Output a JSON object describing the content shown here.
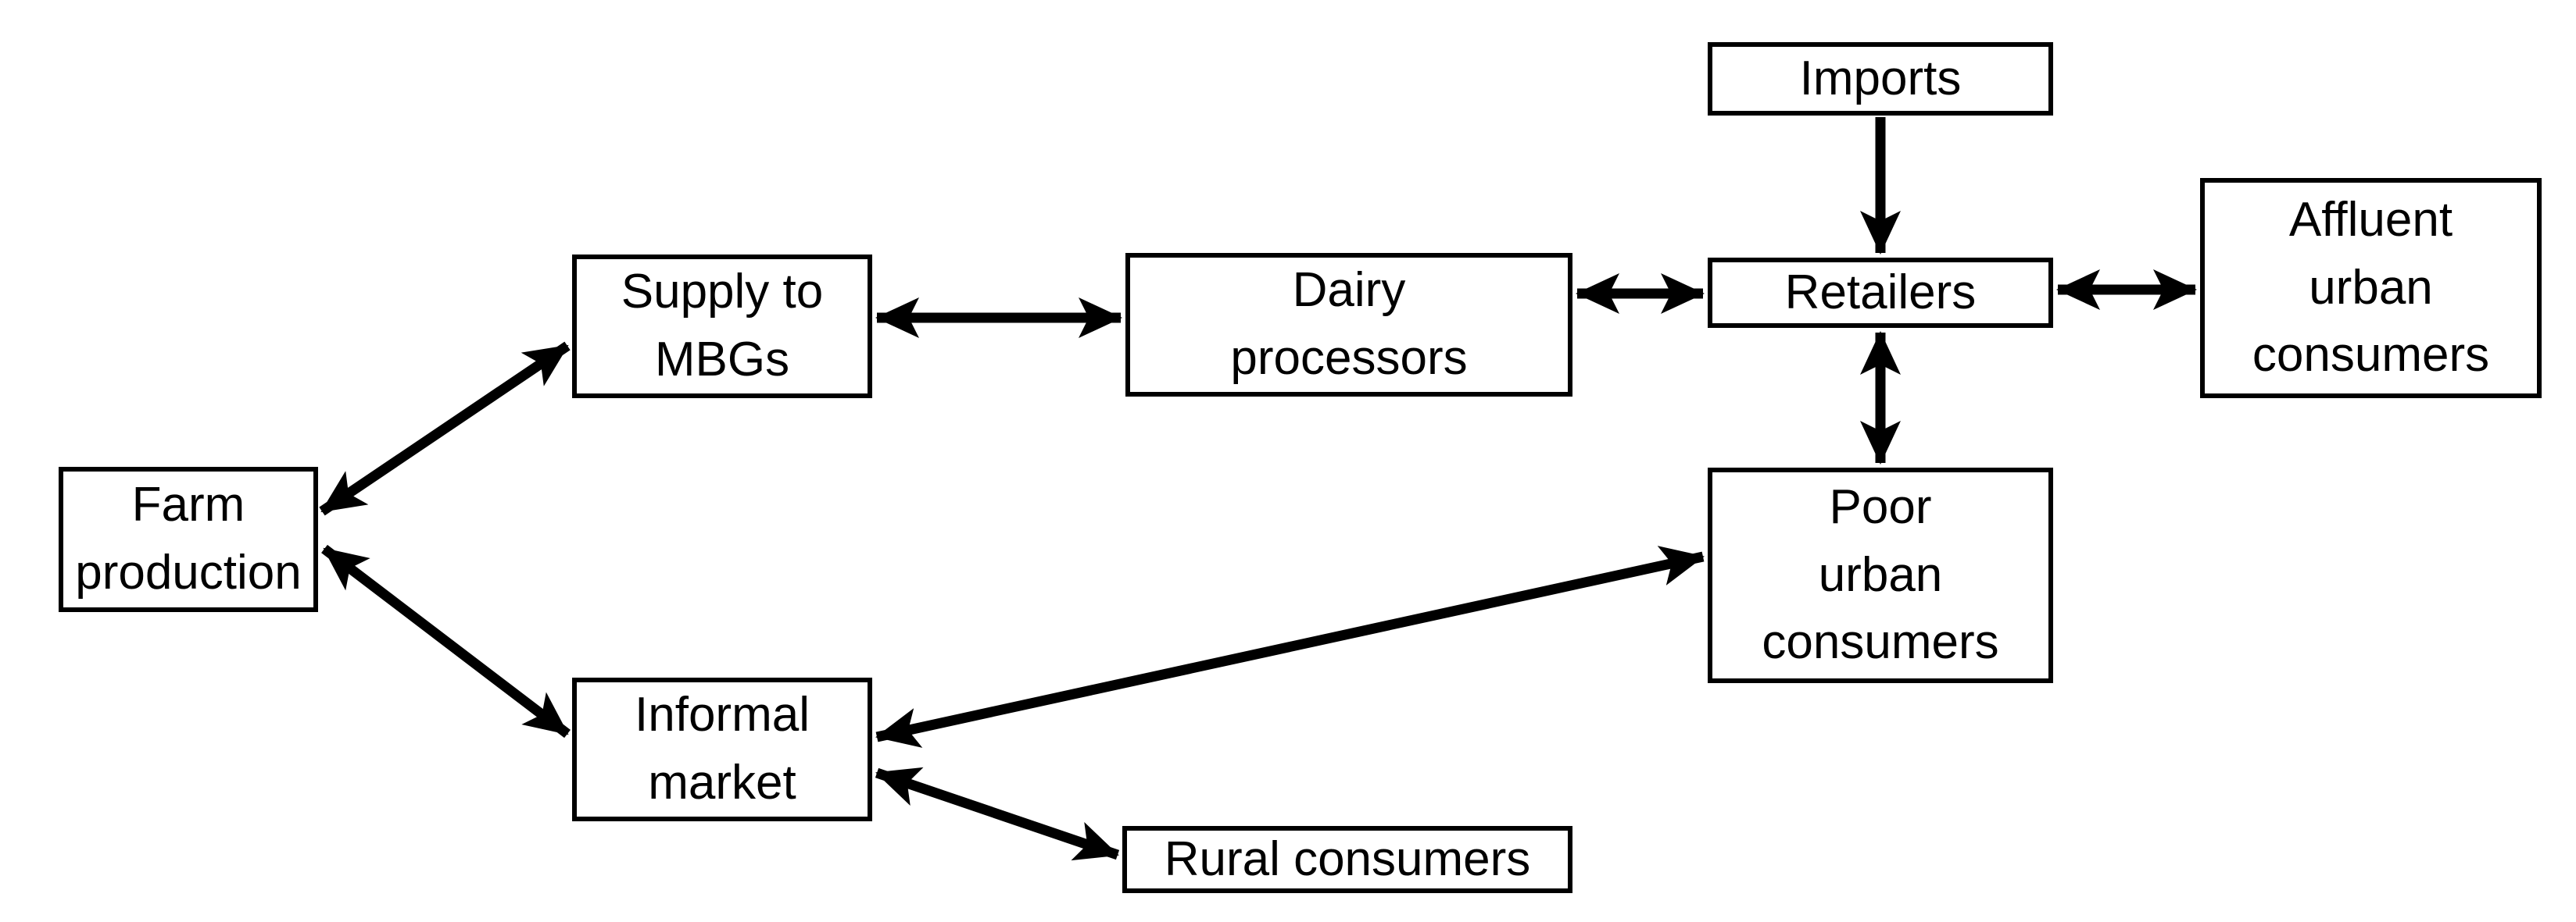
{
  "figure": {
    "type": "flow-diagram",
    "colors": {
      "background": "#ffffff",
      "box_border": "#000000",
      "box_fill": "#ffffff",
      "arrow": "#000000",
      "text": "#000000"
    },
    "nodes": {
      "farm_production": {
        "label": "Farm\nproduction"
      },
      "supply_to_mbgs": {
        "label": "Supply to\nMBGs"
      },
      "dairy_processors": {
        "label": "Dairy\nprocessors"
      },
      "imports": {
        "label": "Imports"
      },
      "retailers": {
        "label": "Retailers"
      },
      "affluent_urban_consumers": {
        "label": "Affluent\nurban\nconsumers"
      },
      "poor_urban_consumers": {
        "label": "Poor\nurban\nconsumers"
      },
      "informal_market": {
        "label": "Informal\nmarket"
      },
      "rural_consumers": {
        "label": "Rural consumers"
      }
    },
    "edges": [
      {
        "from": "Farm production",
        "to": "Supply to MBGs",
        "arrows": "two-way"
      },
      {
        "from": "Supply to MBGs",
        "to": "Dairy processors",
        "arrows": "two-way"
      },
      {
        "from": "Dairy processors",
        "to": "Retailers",
        "arrows": "two-way"
      },
      {
        "from": "Imports",
        "to": "Retailers",
        "arrows": "one-way"
      },
      {
        "from": "Retailers",
        "to": "Affluent urban consumers",
        "arrows": "two-way"
      },
      {
        "from": "Retailers",
        "to": "Poor urban consumers",
        "arrows": "two-way"
      },
      {
        "from": "Farm production",
        "to": "Informal market",
        "arrows": "two-way"
      },
      {
        "from": "Informal market",
        "to": "Poor urban consumers",
        "arrows": "two-way"
      },
      {
        "from": "Informal market",
        "to": "Rural consumers",
        "arrows": "two-way"
      }
    ]
  }
}
